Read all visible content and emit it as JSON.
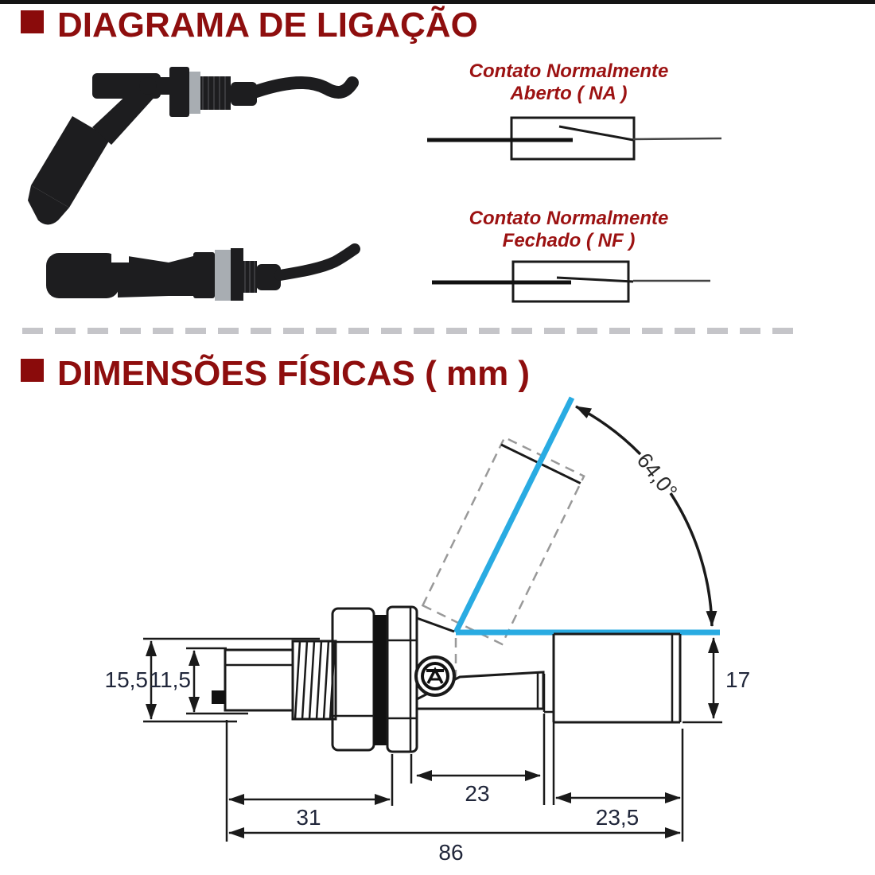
{
  "page": {
    "background": "#ffffff",
    "top_bar_color": "#151515"
  },
  "wiring_section": {
    "bullet_color": "#8a0b0b",
    "title": "DIAGRAMA DE LIGAÇÃO",
    "title_color": "#8e0e0e",
    "contact_na": {
      "line1": "Contato Normalmente",
      "line2": "Aberto ( NA )"
    },
    "contact_nf": {
      "line1": "Contato Normalmente",
      "line2": "Fechado ( NF )"
    }
  },
  "dimensions_section": {
    "bullet_color": "#8a0b0b",
    "title": "DIMENSÕES FÍSICAS ( mm )",
    "angle_label": "64,0°",
    "dim_15_5": "15,5",
    "dim_11_5": "11,5",
    "dim_17": "17",
    "dim_23": "23",
    "dim_31": "31",
    "dim_23_5": "23,5",
    "dim_86": "86",
    "float_position_color": "#29abe2",
    "line_color": "#1a1a1a",
    "dashed_outline_color": "#999999"
  }
}
